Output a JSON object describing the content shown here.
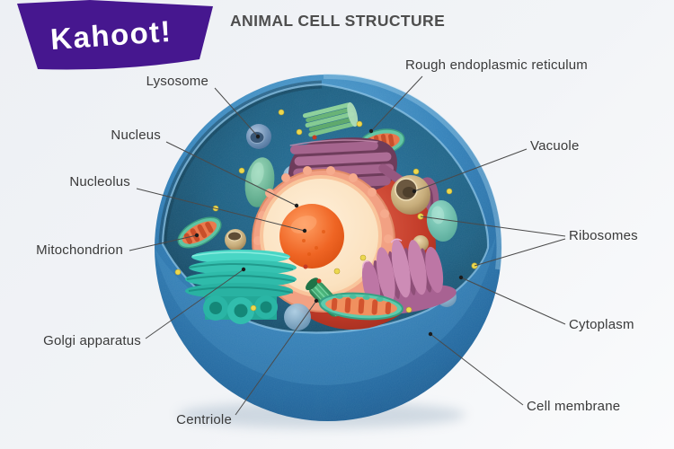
{
  "header": {
    "logo_text": "Kahoot!",
    "title": "ANIMAL CELL STRUCTURE"
  },
  "labels": [
    {
      "id": "lysosome",
      "text": "Lysosome",
      "side": "left"
    },
    {
      "id": "nucleus",
      "text": "Nucleus",
      "side": "left"
    },
    {
      "id": "nucleolus",
      "text": "Nucleolus",
      "side": "left"
    },
    {
      "id": "mitochondrion",
      "text": "Mitochondrion",
      "side": "left"
    },
    {
      "id": "golgi-apparatus",
      "text": "Golgi apparatus",
      "side": "left"
    },
    {
      "id": "centriole",
      "text": "Centriole",
      "side": "bottom"
    },
    {
      "id": "rough-er",
      "text": "Rough endoplasmic reticulum",
      "side": "right"
    },
    {
      "id": "vacuole",
      "text": "Vacuole",
      "side": "right"
    },
    {
      "id": "ribosomes",
      "text": "Ribosomes",
      "side": "right"
    },
    {
      "id": "cytoplasm",
      "text": "Cytoplasm",
      "side": "right"
    },
    {
      "id": "cell-membrane",
      "text": "Cell membrane",
      "side": "right"
    }
  ],
  "palette": {
    "background": "#f0f2f5",
    "kahoot_purple": "#46178f",
    "title_text": "#4e4e4e",
    "label_text": "#3a3a3a",
    "leader_line": "#4a4a4a",
    "cell_membrane_blue": "#3181ba",
    "cytoplasm_dark_teal": "#1d5f82",
    "nucleus_salmon": "#f2a183",
    "nucleolus_orange": "#ef6524",
    "golgi_turquoise": "#35c9b8",
    "mitochondrion_orange": "#e9784d",
    "rough_er_plum": "#a5658e",
    "smooth_er_pink": "#c783ae",
    "vacuole_beige": "#d9c298",
    "ribosome_yellow": "#ecd84f"
  }
}
